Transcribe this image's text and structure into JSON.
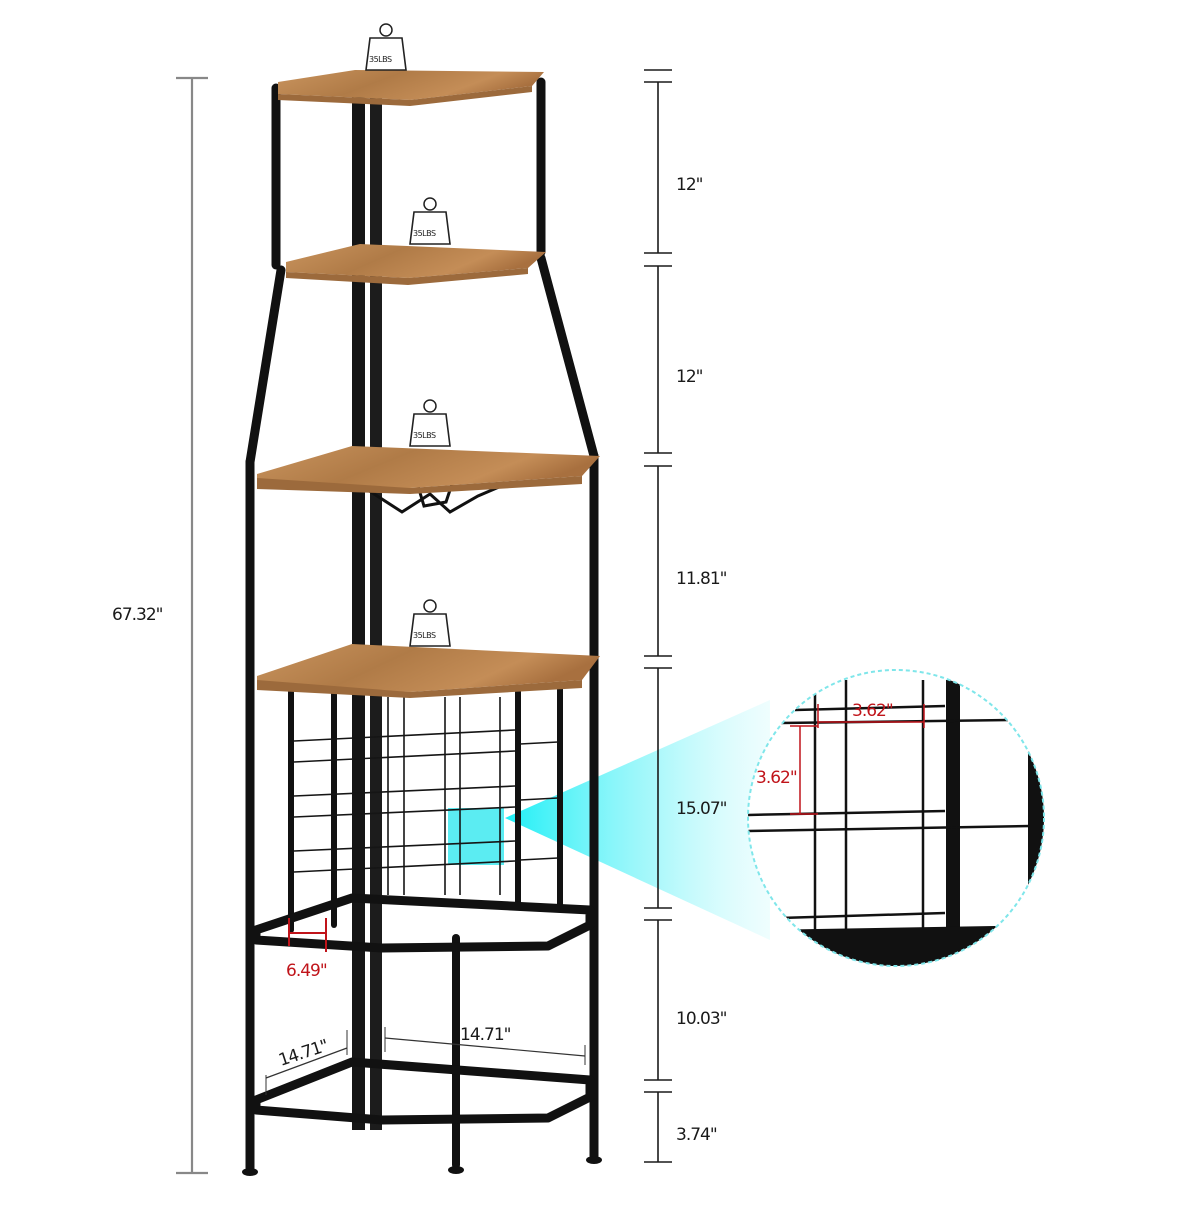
{
  "product": "5-tier corner bar shelf with glass holder and wine grid",
  "colors": {
    "wood_top": "#b98552",
    "wood_edge": "#9c6a3c",
    "frame": "#111111",
    "callout_cyan": "#22e6ee",
    "callout_cyan_light": "#c8f9fb",
    "measure_red": "#c0141a",
    "dim_line": "#1a1a1a",
    "overall_dim_line": "#888888"
  },
  "overall_height": {
    "label": "67.32\""
  },
  "segment_heights": [
    {
      "id": "top-to-shelf2",
      "label": "12\""
    },
    {
      "id": "shelf2-to-shelf3",
      "label": "12\""
    },
    {
      "id": "shelf3-to-shelf4",
      "label": "11.81\""
    },
    {
      "id": "shelf4-to-tier5",
      "label": "15.07\""
    },
    {
      "id": "tier5-to-base",
      "label": "10.03\""
    },
    {
      "id": "base-to-floor",
      "label": "3.74\""
    }
  ],
  "weight_badges": [
    {
      "shelf": 1,
      "label": "35LBS"
    },
    {
      "shelf": 2,
      "label": "35LBS"
    },
    {
      "shelf": 3,
      "label": "35LBS"
    },
    {
      "shelf": 4,
      "label": "35LBS"
    }
  ],
  "callout": {
    "grid_width_label": "3.62\"",
    "grid_height_label": "3.62\""
  },
  "rail_spacing": {
    "label": "6.49\""
  },
  "base_depth": {
    "left_label": "14.71\"",
    "right_label": "14.71\""
  }
}
